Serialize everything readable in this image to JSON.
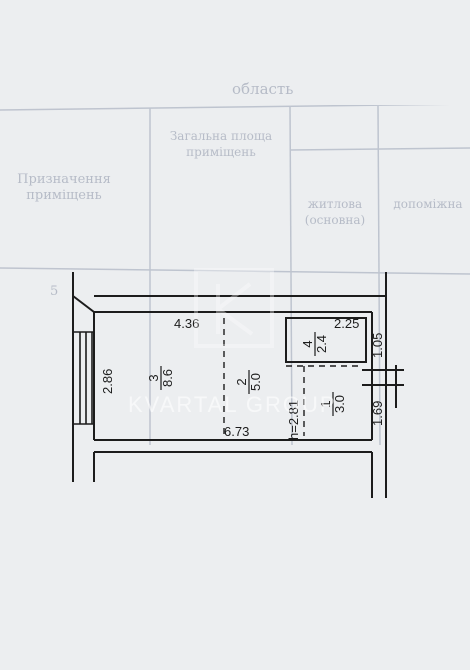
{
  "background_form": {
    "header_text": "область",
    "row_label": "Призначення приміщень",
    "col_header_area": "Загальна площа приміщень",
    "col_main": "житлова (основна)",
    "col_aux": "допоміжна",
    "row_number": "5"
  },
  "watermark": {
    "brand": "KVARTAL GROUP"
  },
  "plan": {
    "ceiling_height": "h=2.81",
    "dimensions": {
      "top_left": "4.36",
      "top_right": "2.25",
      "right_small": "1.05",
      "right_lower": "1.69",
      "left": "2.86",
      "bottom": "6.73"
    },
    "rooms": [
      {
        "number": "1",
        "area": "3.0"
      },
      {
        "number": "2",
        "area": "5.0"
      },
      {
        "number": "3",
        "area": "8.6"
      },
      {
        "number": "4",
        "area": "2.4"
      }
    ]
  },
  "colors": {
    "line": "#1c1c1c",
    "paper": "#eceef0",
    "faded_print": "#8a93a6"
  }
}
